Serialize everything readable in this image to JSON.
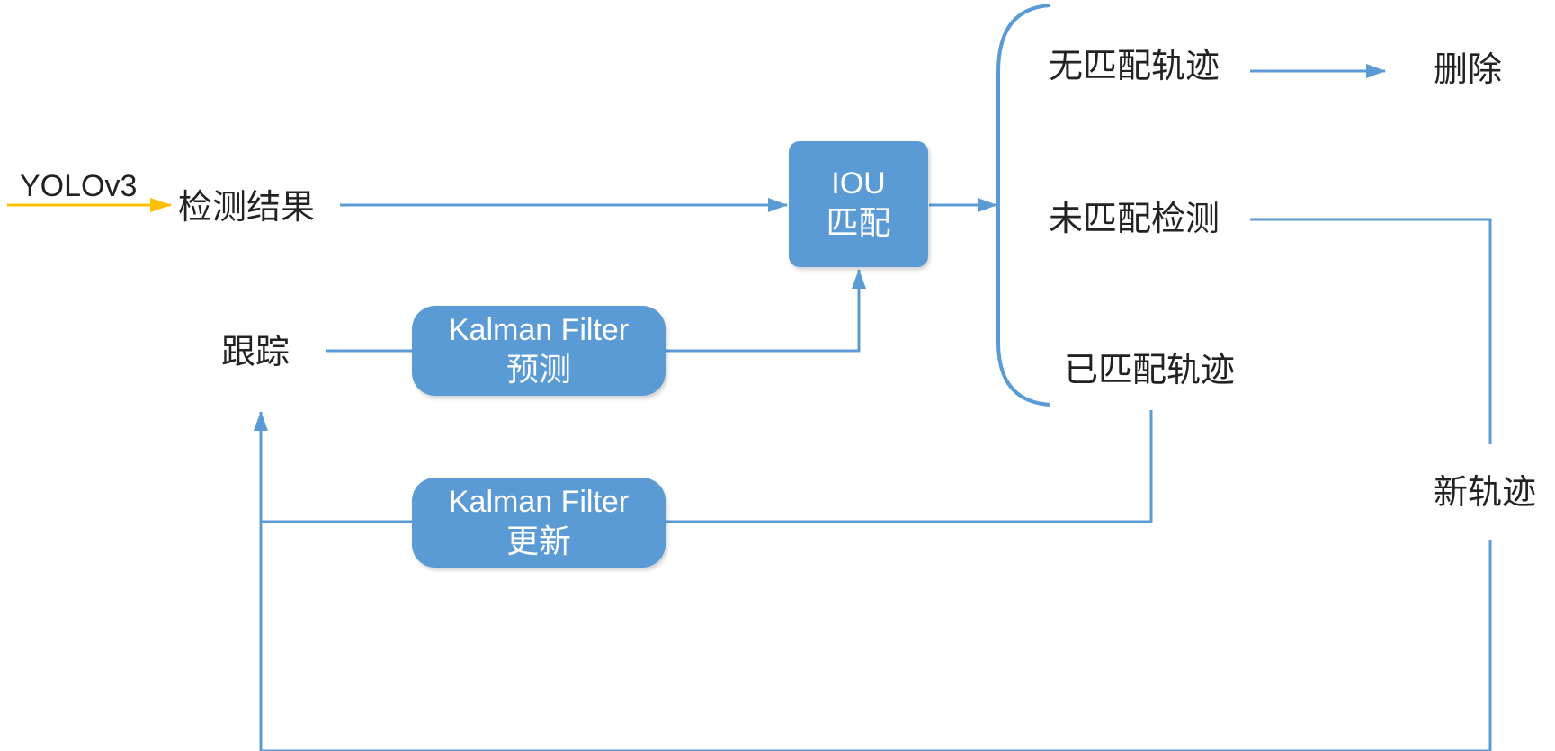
{
  "colors": {
    "line": "#5b9bd5",
    "node_fill": "#5b9bd5",
    "node_text": "#ffffff",
    "input_arrow": "#ffc000",
    "label_text": "#222222"
  },
  "inputs": {
    "yolo": "YOLOv3",
    "detection_results": "检测结果",
    "tracking": "跟踪"
  },
  "nodes": {
    "iou_match": {
      "line1": "IOU",
      "line2": "匹配"
    },
    "kalman_predict": {
      "line1": "Kalman Filter",
      "line2": "预测"
    },
    "kalman_update": {
      "line1": "Kalman Filter",
      "line2": "更新"
    }
  },
  "outcomes": {
    "unmatched_tracks": "无匹配轨迹",
    "delete": "删除",
    "unmatched_detections": "未匹配检测",
    "matched_tracks": "已匹配轨迹",
    "new_tracks": "新轨迹"
  }
}
